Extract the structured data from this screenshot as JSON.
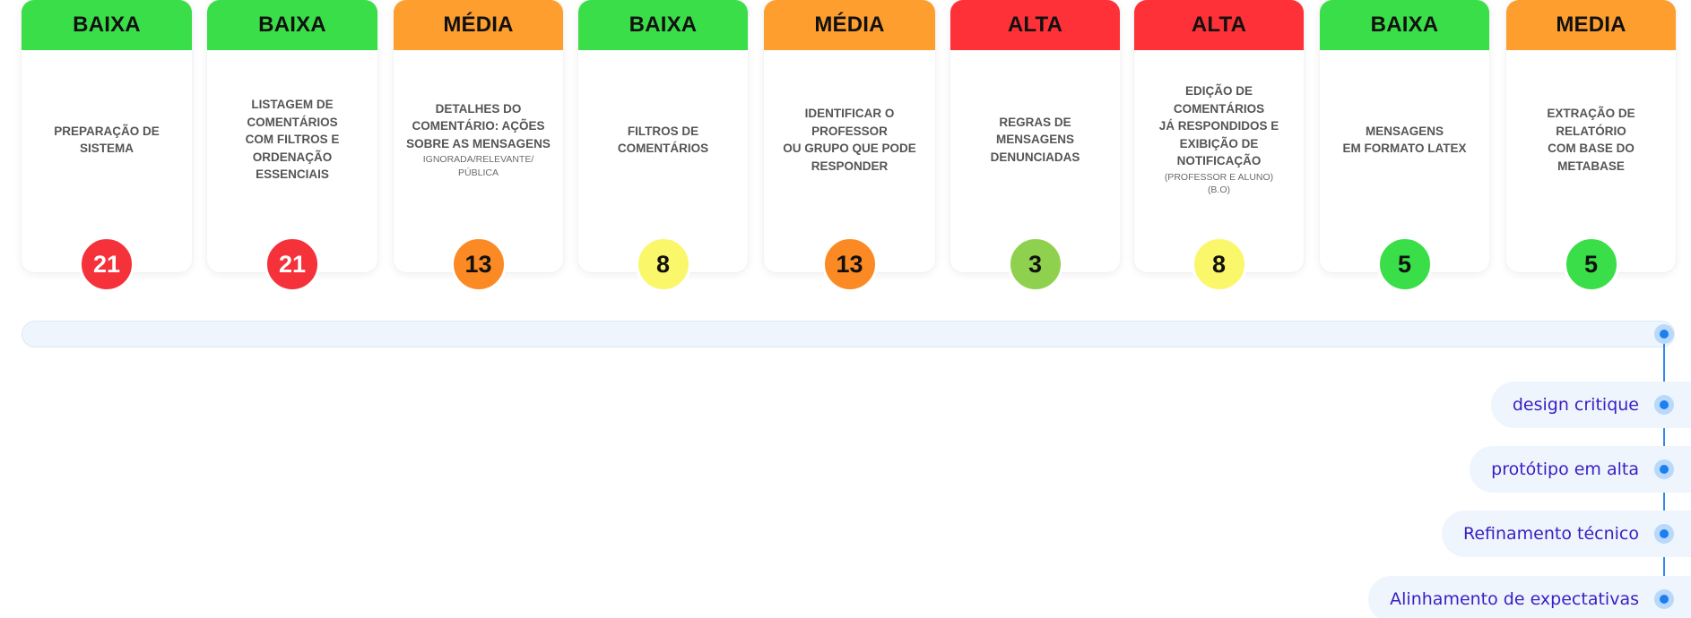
{
  "cards": [
    {
      "priority": "BAIXA",
      "header_color": "#3ade48",
      "title": "PREPARAÇÃO DE\nSISTEMA",
      "note": "",
      "points": "21",
      "points_color": "#f5313a",
      "points_text_color": "#ffffff"
    },
    {
      "priority": "BAIXA",
      "header_color": "#3ade48",
      "title": "LISTAGEM DE\nCOMENTÁRIOS\nCOM FILTROS E\nORDENAÇÃO\nESSENCIAIS",
      "note": "",
      "points": "21",
      "points_color": "#f5313a",
      "points_text_color": "#ffffff"
    },
    {
      "priority": "MÉDIA",
      "header_color": "#fd9e2e",
      "title": "DETALHES DO\nCOMENTÁRIO: AÇÕES\nSOBRE AS MENSAGENS",
      "note": "IGNORADA/RELEVANTE/\nPÚBLICA",
      "points": "13",
      "points_color": "#fb8a24",
      "points_text_color": "#111111"
    },
    {
      "priority": "BAIXA",
      "header_color": "#3ade48",
      "title": "FILTROS DE\nCOMENTÁRIOS",
      "note": "",
      "points": "8",
      "points_color": "#fbf76a",
      "points_text_color": "#111111"
    },
    {
      "priority": "MÉDIA",
      "header_color": "#fd9e2e",
      "title": "IDENTIFICAR O\nPROFESSOR\nOU GRUPO QUE PODE\nRESPONDER",
      "note": "",
      "points": "13",
      "points_color": "#fb8a24",
      "points_text_color": "#111111"
    },
    {
      "priority": "ALTA",
      "header_color": "#fd3137",
      "title": "REGRAS DE\nMENSAGENS\nDENUNCIADAS",
      "note": "",
      "points": "3",
      "points_color": "#8fd14f",
      "points_text_color": "#111111"
    },
    {
      "priority": "ALTA",
      "header_color": "#fd3137",
      "title": "EDIÇÃO DE\nCOMENTÁRIOS\nJÁ RESPONDIDOS E\nEXIBIÇÃO DE\nNOTIFICAÇÃO",
      "note": "(PROFESSOR E ALUNO)\n(B.O)",
      "points": "8",
      "points_color": "#fbf76a",
      "points_text_color": "#111111"
    },
    {
      "priority": "BAIXA",
      "header_color": "#3ade48",
      "title": "MENSAGENS\nEM FORMATO LATEX",
      "note": "",
      "points": "5",
      "points_color": "#3ade48",
      "points_text_color": "#111111"
    },
    {
      "priority": "MEDIA",
      "header_color": "#fd9e2e",
      "title": "EXTRAÇÃO DE\nRELATÓRIO\nCOM BASE DO\nMETABASE",
      "note": "",
      "points": "5",
      "points_color": "#3ade48",
      "points_text_color": "#111111"
    }
  ],
  "steps": [
    {
      "label": "design critique"
    },
    {
      "label": "protótipo em alta"
    },
    {
      "label": "Refinamento técnico"
    },
    {
      "label": "Alinhamento de expectativas"
    }
  ],
  "colors": {
    "track": "#eef5fc",
    "timeline_line": "#2f88ea",
    "step_text": "#3a1fc4"
  }
}
